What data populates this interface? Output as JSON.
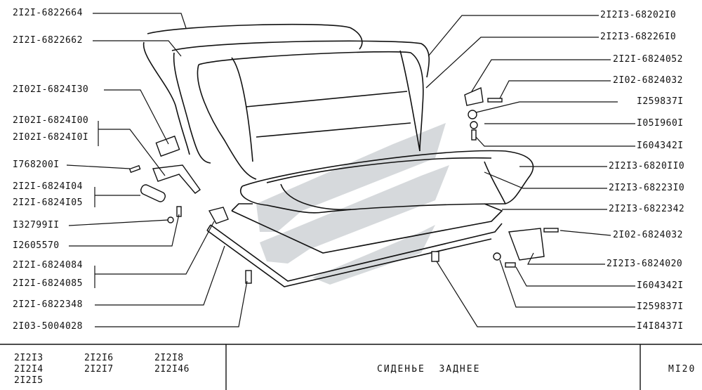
{
  "diagram": {
    "left_labels": [
      "2I2I-6822664",
      "2I2I-6822662",
      "2I02I-6824I30",
      "2I02I-6824I00",
      "2I02I-6824I0I",
      "I768200I",
      "2I2I-6824I04",
      "2I2I-6824I05",
      "I32799II",
      "I2605570",
      "2I2I-6824084",
      "2I2I-6824085",
      "2I2I-6822348",
      "2I03-5004028"
    ],
    "right_labels": [
      "2I2I3-68202I0",
      "2I2I3-68226I0",
      "2I2I-6824052",
      "2I02-6824032",
      "I259837I",
      "I05I960I",
      "I604342I",
      "2I2I3-6820II0",
      "2I2I3-68223I0",
      "2I2I3-6822342",
      "2I02-6824032",
      "2I2I3-6824020",
      "I604342I",
      "I259837I",
      "I4I8437I"
    ]
  },
  "footer": {
    "models_col1": [
      "2I2I3",
      "2I2I4",
      "2I2I5"
    ],
    "models_col2": [
      "2I2I6",
      "2I2I7"
    ],
    "models_col3": [
      "2I2I8",
      "2I2I46"
    ],
    "title": "СИДЕНЬЕ  ЗАДНЕЕ",
    "page_code": "MI20"
  },
  "colors": {
    "ink": "#111111",
    "watermark": "#cfd3d6"
  }
}
